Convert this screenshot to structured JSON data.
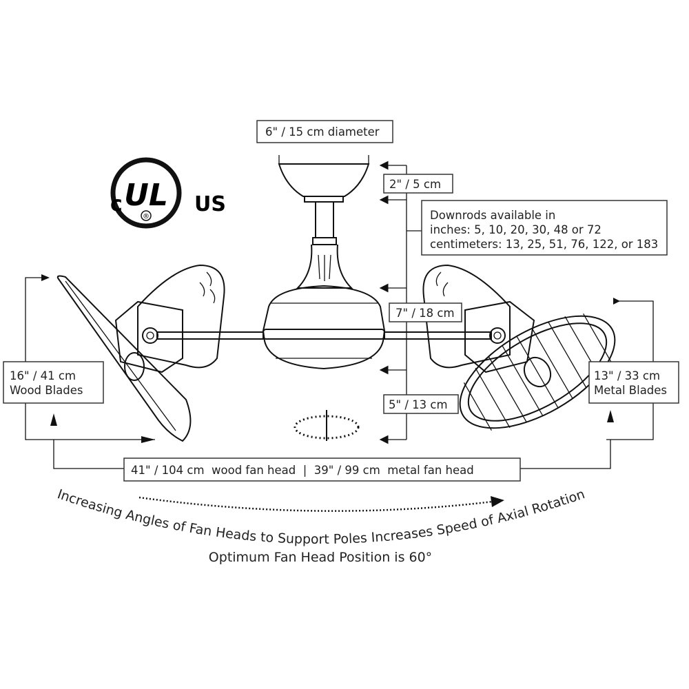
{
  "title": "Dual-head rotating ceiling fan dimensions",
  "certification": {
    "left": "c",
    "center": "UL",
    "right": "US",
    "symbol": "®"
  },
  "labels": {
    "canopy_diameter": "6\" / 15 cm diameter",
    "canopy_height": "2\" / 5 cm",
    "downrods_line1": "Downrods available in",
    "downrods_line2": "inches: 5, 10, 20, 30, 48 or 72",
    "downrods_line3": "centimeters: 13, 25, 51, 76, 122, or 183",
    "motor_height": "7\" / 18 cm",
    "lower_height": "5\" / 13 cm",
    "wood_size": "16\" / 41 cm",
    "wood_name": "Wood Blades",
    "metal_size": "13\" / 33 cm",
    "metal_name": "Metal Blades",
    "span": "41\" / 104 cm  wood fan head  |  39\" / 99 cm  metal fan head"
  },
  "notes": {
    "rotation": "Increasing Angles of Fan Heads to Support Poles Increases Speed of Axial Rotation",
    "optimum": "Optimum Fan Head Position is 60°"
  }
}
